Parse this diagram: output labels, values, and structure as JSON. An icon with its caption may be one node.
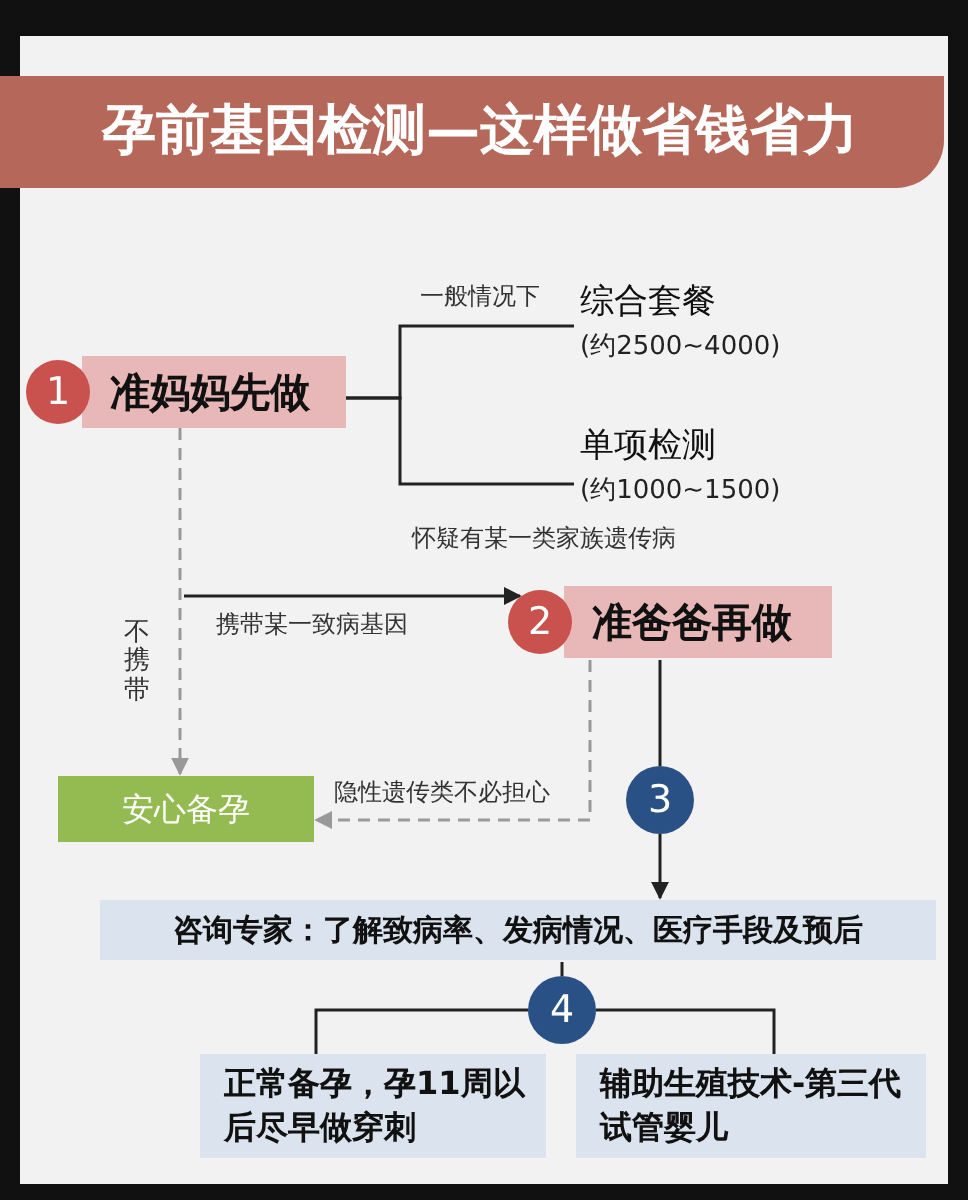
{
  "diagram": {
    "title": "孕前基因检测—这样做省钱省力",
    "nodes": [
      {
        "text": [
          "1"
        ]
      },
      {
        "text": [
          "准妈妈先做"
        ]
      },
      {
        "text": [
          "综合套餐",
          "(约2500~4000)"
        ]
      },
      {
        "text": [
          "单项检测",
          "(约1000~1500)"
        ]
      },
      {
        "text": [
          "2"
        ]
      },
      {
        "text": [
          "准爸爸再做"
        ]
      },
      {
        "text": [
          "安心备孕"
        ]
      },
      {
        "text": [
          "3"
        ]
      },
      {
        "text": [
          "咨询专家：了解致病率、发病情况、医疗手段及预后"
        ]
      },
      {
        "text": [
          "4"
        ]
      },
      {
        "text": [
          "正常备孕，孕11周以后尽早做穿刺"
        ]
      },
      {
        "text": [
          "辅助生殖技术-第三代试管婴儿"
        ]
      }
    ],
    "edges": [
      {
        "from": 1,
        "to": 2,
        "arrow": "none",
        "label": "一般情况下"
      },
      {
        "from": 1,
        "to": 3,
        "arrow": "none",
        "label": "怀疑有某一类家族遗传病"
      },
      {
        "from": 1,
        "to": 4,
        "arrow": "to",
        "label": "携带某一致病基因"
      },
      {
        "from": 1,
        "to": 6,
        "arrow": "to",
        "label": "不携带",
        "style": "dashed",
        "color": "#999999"
      },
      {
        "from": 5,
        "to": 6,
        "arrow": "to",
        "label": "隐性遗传类不必担心",
        "style": "dashed",
        "color": "#999999"
      },
      {
        "from": 5,
        "to": 7,
        "arrow": "none"
      },
      {
        "from": 7,
        "to": 8,
        "arrow": "to"
      },
      {
        "from": 8,
        "to": 9,
        "arrow": "none"
      },
      {
        "from": 9,
        "to": 10,
        "arrow": "none"
      },
      {
        "from": 9,
        "to": 11,
        "arrow": "none"
      }
    ]
  }
}
